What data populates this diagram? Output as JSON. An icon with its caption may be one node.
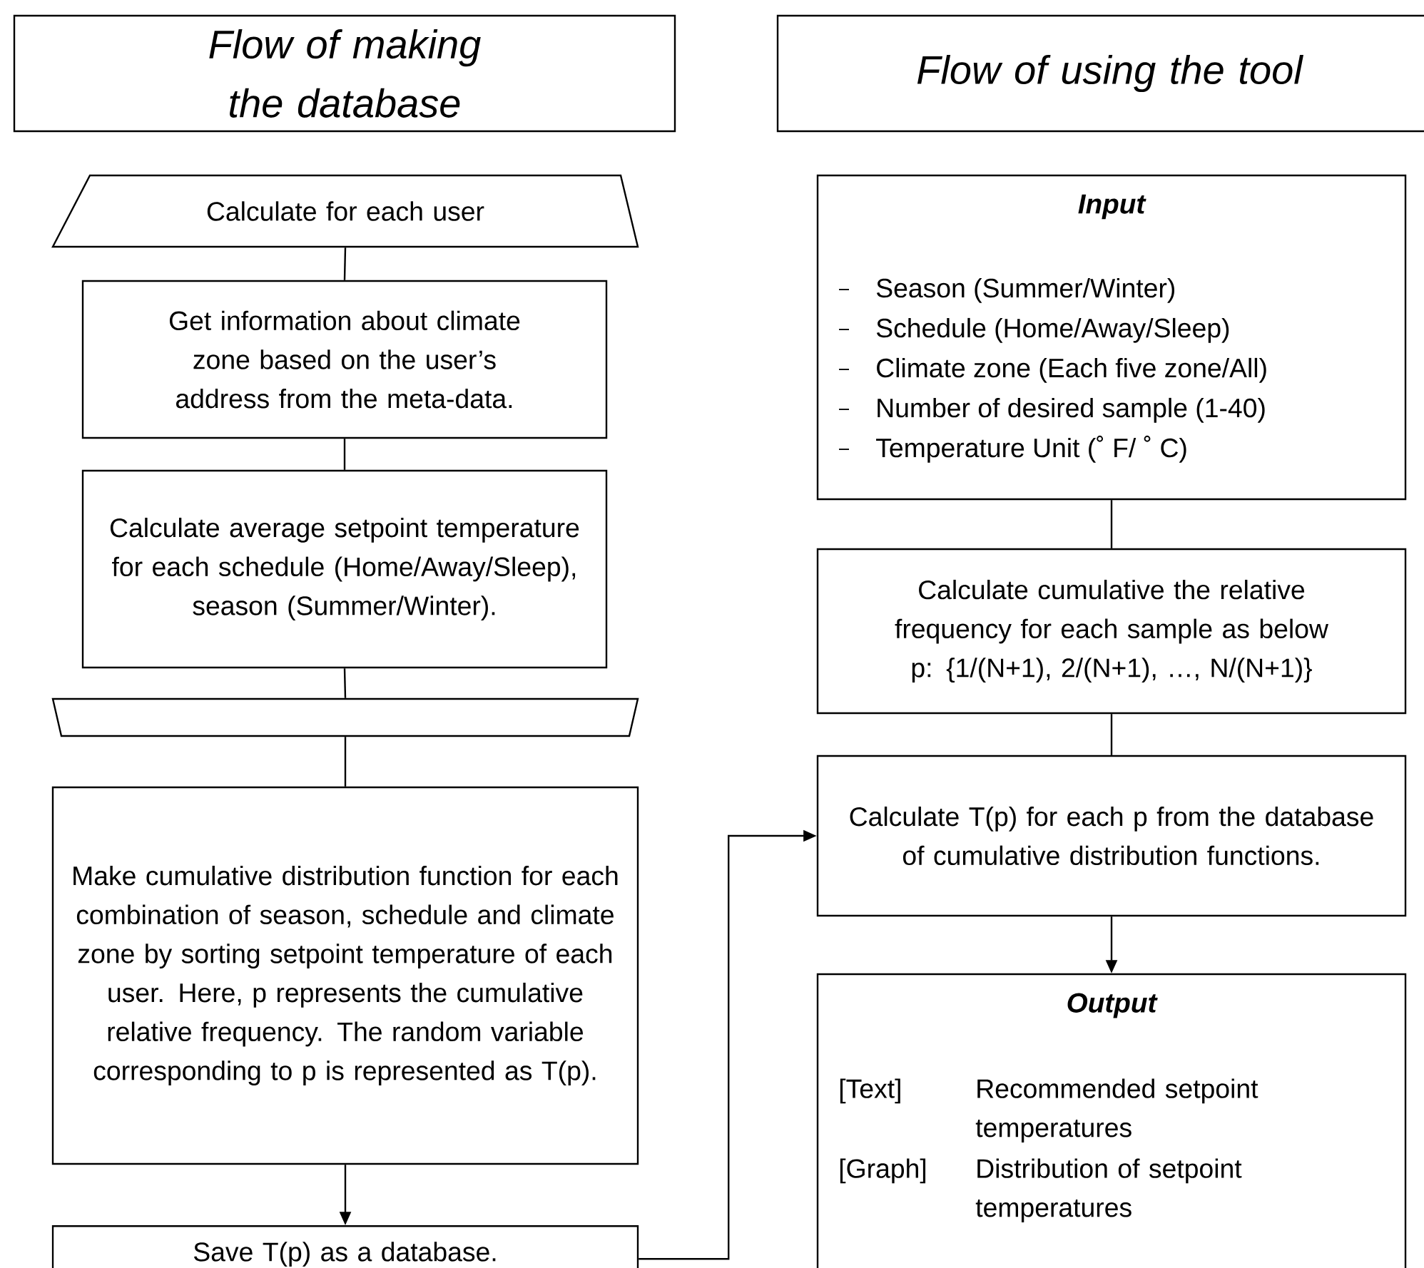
{
  "diagram": {
    "nodes": [
      {
        "text": [
          "Flow of making the database"
        ]
      },
      {
        "text": [
          "Flow of using the tool"
        ]
      },
      {
        "text": [
          "Calculate for each user"
        ]
      },
      {
        "text": [
          "Get information about climate zone based on the user’s address from the meta-data."
        ]
      },
      {
        "text": [
          "Calculate average setpoint temperature for each schedule (Home/Away/Sleep), season (Summer/Winter)."
        ]
      },
      {
        "text": [],
        "shape": "trapezoid"
      },
      {
        "text": [
          "Make cumulative distribution function for each combination of season, schedule and climate zone by sorting setpoint temperature of each user. Here, p represents the cumulative relative frequency. The random variable corresponding to p is represented as T(p)."
        ]
      },
      {
        "text": [
          "Save T(p) as a database."
        ]
      },
      {
        "text": [
          "Input",
          "Season (Summer/Winter)",
          "Schedule (Home/Away/Sleep)",
          "Climate zone (Each five zone/All)",
          "Number of desired sample (1-40)",
          "Temperature Unit (˚ F/ ˚ C)"
        ]
      },
      {
        "text": [
          "Calculate cumulative the relative frequency for each sample as below p: {1/(N+1), 2/(N+1), …, N/(N+1)}"
        ]
      },
      {
        "text": [
          "Calculate T(p) for each p from the database of cumulative distribution functions."
        ]
      },
      {
        "text": [
          "Output",
          "[Text]",
          "Recommended setpoint temperatures",
          "[Graph]",
          "Distribution of setpoint temperatures"
        ]
      }
    ],
    "edges": [
      {
        "from": 2,
        "to": 3,
        "arrow": "none"
      },
      {
        "from": 3,
        "to": 4,
        "arrow": "none"
      },
      {
        "from": 4,
        "to": 5,
        "arrow": "none"
      },
      {
        "from": 5,
        "to": 6,
        "arrow": "none"
      },
      {
        "from": 6,
        "to": 7,
        "arrow": "to"
      },
      {
        "from": 7,
        "to": 10,
        "arrow": "to"
      },
      {
        "from": 8,
        "to": 9,
        "arrow": "none"
      },
      {
        "from": 9,
        "to": 10,
        "arrow": "none"
      },
      {
        "from": 10,
        "to": 11,
        "arrow": "to"
      }
    ]
  }
}
